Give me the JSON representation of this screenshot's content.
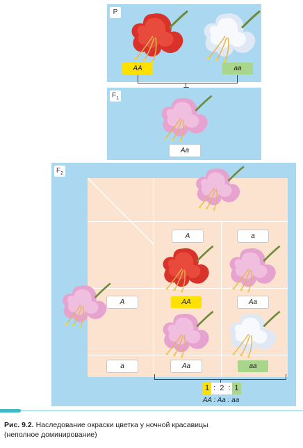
{
  "generations": {
    "p": {
      "label": "P"
    },
    "f1": {
      "label": "F",
      "sub": "1"
    },
    "f2": {
      "label": "F",
      "sub": "2"
    }
  },
  "parents": {
    "left_genotype": "AA",
    "right_genotype": "aa"
  },
  "f1": {
    "genotype": "Aa"
  },
  "punnett": {
    "col_gametes": [
      "A",
      "a"
    ],
    "row_gametes": [
      "A",
      "a"
    ],
    "cells": [
      [
        "AA",
        "Aa"
      ],
      [
        "Aa",
        "aa"
      ]
    ]
  },
  "ratio": {
    "n1": "1",
    "sep1": ":",
    "n2": "2",
    "sep2": ":",
    "n3": "1",
    "genotypes": "AA : Aa : aa"
  },
  "caption": {
    "prefix": "Рис. 9.2.",
    "line1": " Наследование окраски цветка у ночной красавицы",
    "line2": "(неполное доминирование)"
  },
  "colors": {
    "panel": "#a9d8f0",
    "punnett": "#fbe3cf",
    "red_flower": "#d8322b",
    "pink_flower": "#e7a3cf",
    "white_flower": "#f1f5fb",
    "dominant_highlight": "#ffe100",
    "recessive_highlight": "#a8d68a"
  }
}
